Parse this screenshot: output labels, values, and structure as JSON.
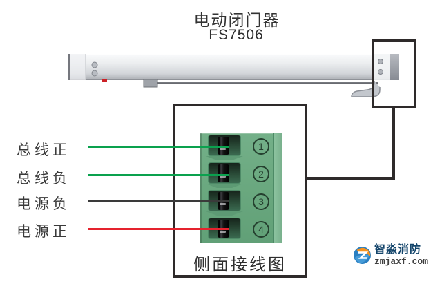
{
  "title": {
    "device_name": "电动闭门器",
    "model": "FS7506"
  },
  "wiring_labels": [
    {
      "text": "总线正",
      "terminal": "1",
      "wire_color": "#0aa14e"
    },
    {
      "text": "总线负",
      "terminal": "2",
      "wire_color": "#0aa14e"
    },
    {
      "text": "电源负",
      "terminal": "3",
      "wire_color": "#3a3a3a"
    },
    {
      "text": "电源正",
      "terminal": "4",
      "wire_color": "#e5232e"
    }
  ],
  "terminal_numbers": [
    "1",
    "2",
    "3",
    "4"
  ],
  "inset_caption": "侧面接线图",
  "watermark": {
    "brand": "智淼消防",
    "site": "zmjaxf.com"
  },
  "colors": {
    "outline": "#2e2a2a",
    "wire_green": "#0aa14e",
    "wire_black": "#3a3a3a",
    "wire_red": "#e5232e",
    "terminal_green": "#6aa87f"
  }
}
